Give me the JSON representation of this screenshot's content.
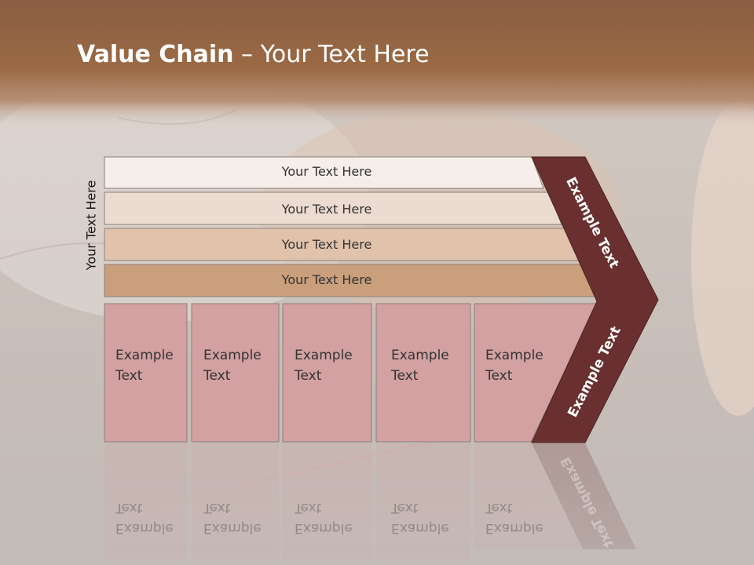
{
  "title": {
    "bold": "Value Chain",
    "rest": " – Your Text Here"
  },
  "side_label": "Your Text Here",
  "bars": [
    {
      "label": "Your Text Here",
      "color": "#f5eeea"
    },
    {
      "label": "Your Text Here",
      "color": "#ecdbd0"
    },
    {
      "label": "Your Text Here",
      "color": "#e1c3ac"
    },
    {
      "label": "Your Text Here",
      "color": "#c99f7c"
    }
  ],
  "boxes": [
    {
      "line1": "Example",
      "line2": "Text"
    },
    {
      "line1": "Example",
      "line2": "Text"
    },
    {
      "line1": "Example",
      "line2": "Text"
    },
    {
      "line1": "Example",
      "line2": "Text"
    },
    {
      "line1": "Example",
      "line2": "Text"
    }
  ],
  "chevron": {
    "upper": "Example Text",
    "lower": "Example Text",
    "color": "#6a3030"
  },
  "colors": {
    "box": "#d3a1a2",
    "header": "#8e5a3a"
  }
}
